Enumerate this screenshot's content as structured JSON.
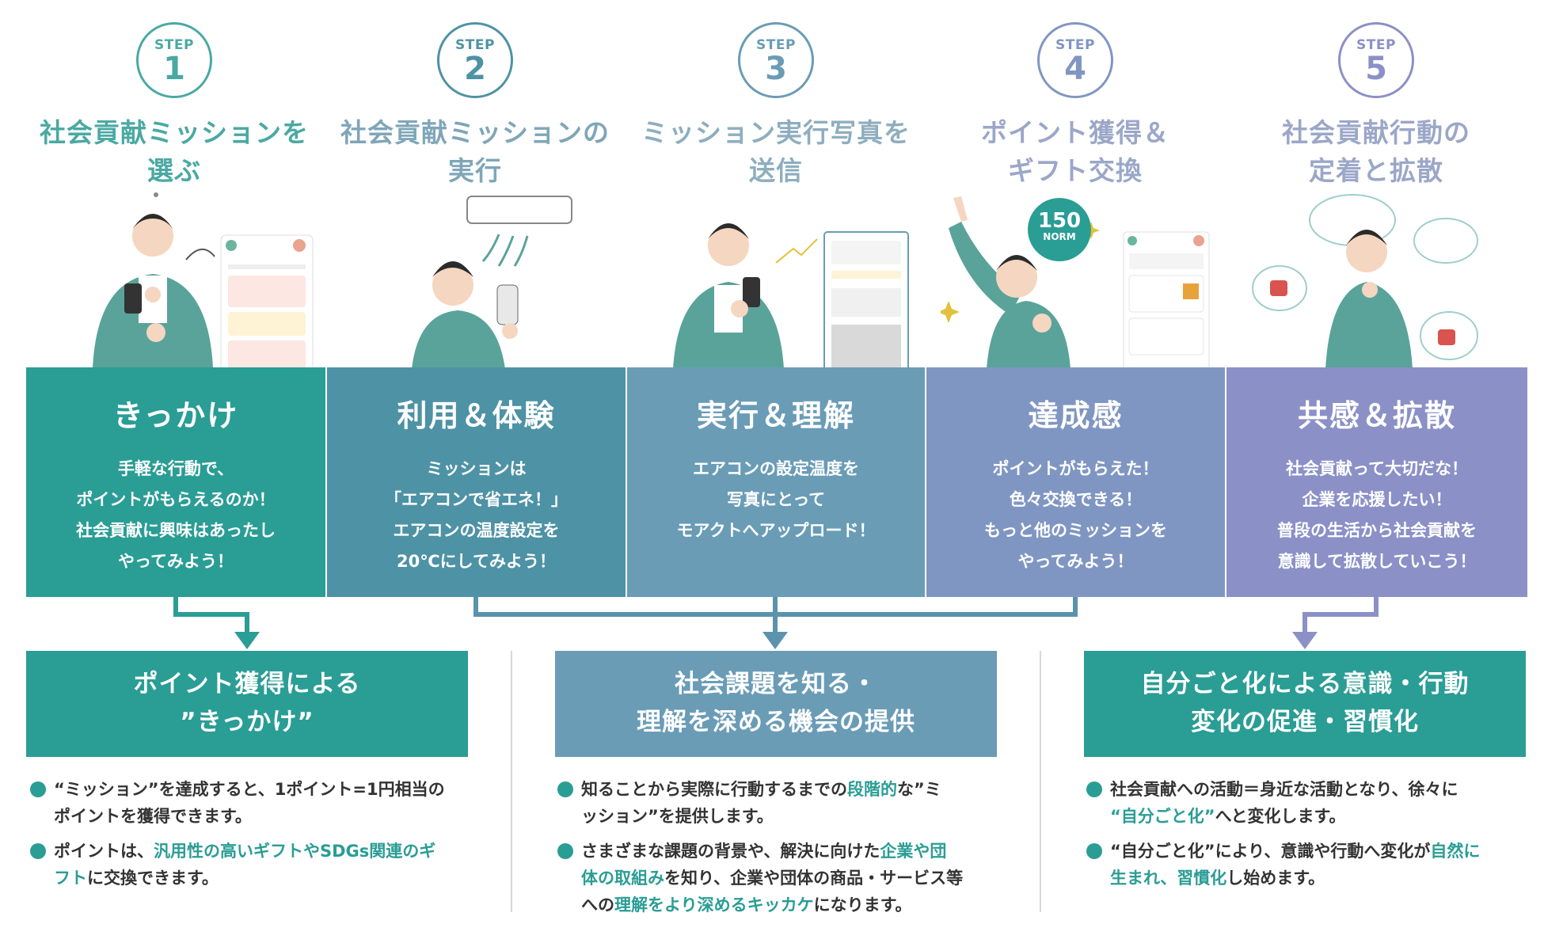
{
  "colors": {
    "teal": "#2a9d95",
    "teal_blue": "#4e92a5",
    "steel_blue": "#6a9cb6",
    "slate_blue": "#8096c2",
    "lavender": "#8b90c7",
    "step_text": "#4aa9a3",
    "step_title_fade": "#9ba7c9"
  },
  "steps": [
    {
      "label": "STEP",
      "number": "1",
      "title_line1": "社会貢献ミッションを",
      "title_line2": "選ぶ"
    },
    {
      "label": "STEP",
      "number": "2",
      "title_line1": "社会貢献ミッションの",
      "title_line2": "実行"
    },
    {
      "label": "STEP",
      "number": "3",
      "title_line1": "ミッション実行写真を",
      "title_line2": "送信"
    },
    {
      "label": "STEP",
      "number": "4",
      "title_line1": "ポイント獲得＆",
      "title_line2": "ギフト交換"
    },
    {
      "label": "STEP",
      "number": "5",
      "title_line1": "社会貢献行動の",
      "title_line2": "定着と拡散"
    }
  ],
  "badge": {
    "value": "150",
    "unit": "NORM"
  },
  "panels": [
    {
      "title": "きっかけ",
      "lines": [
        "手軽な行動で、",
        "ポイントがもらえるのか！",
        "社会貢献に興味はあったし",
        "やってみよう！"
      ]
    },
    {
      "title": "利用＆体験",
      "lines": [
        "ミッションは",
        "「エアコンで省エネ！」",
        "エアコンの温度設定を",
        "20℃にしてみよう！"
      ]
    },
    {
      "title": "実行＆理解",
      "lines": [
        "エアコンの設定温度を",
        "写真にとって",
        "モアクトへアップロード！"
      ]
    },
    {
      "title": "達成感",
      "lines": [
        "ポイントがもらえた！",
        "色々交換できる！",
        "もっと他のミッションを",
        "やってみよう！"
      ]
    },
    {
      "title": "共感＆拡散",
      "lines": [
        "社会貢献って大切だな！",
        "企業を応援したい！",
        "普段の生活から社会貢献を",
        "意識して拡散していこう！"
      ]
    }
  ],
  "results": [
    {
      "line1": "ポイント獲得による",
      "line2": "”きっかけ”"
    },
    {
      "line1": "社会課題を知る・",
      "line2": "理解を深める機会の提供"
    },
    {
      "line1": "自分ごと化による意識・行動",
      "line2": "変化の促進・習慣化"
    }
  ],
  "bullets": {
    "col1": {
      "b1": {
        "t1": "“ミッション”を達成すると、1ポイント=1円相当の",
        "t2": "ポイントを獲得できます。"
      },
      "b2": {
        "t1": "ポイントは、",
        "h1": "汎用性の高いギフトやSDGs関連のギ",
        "h2": "フト",
        "t2": "に交換できます。"
      }
    },
    "col2": {
      "b1": {
        "t1": "知ることから実際に行動するまでの",
        "h1": "段階的",
        "t2": "な”ミ",
        "t3": "ッション”を提供します。"
      },
      "b2": {
        "t1": "さまざまな課題の背景や、解決に向けた",
        "h1": "企業や団",
        "h2": "体の取組み",
        "t2": "を知り、企業や団体の商品・サービス等",
        "t3": "への",
        "h3": "理解をより深めるキッカケ",
        "t4": "になります。"
      }
    },
    "col3": {
      "b1": {
        "t1": "社会貢献への活動＝身近な活動となり、徐々に",
        "h1": "“自分ごと化”",
        "t2": "へと変化します。"
      },
      "b2": {
        "t1": "“自分ごと化”により、意識や行動へ変化が",
        "h1": "自然に",
        "h2": "生まれ、習慣化",
        "t2": "し始めます。"
      }
    }
  }
}
